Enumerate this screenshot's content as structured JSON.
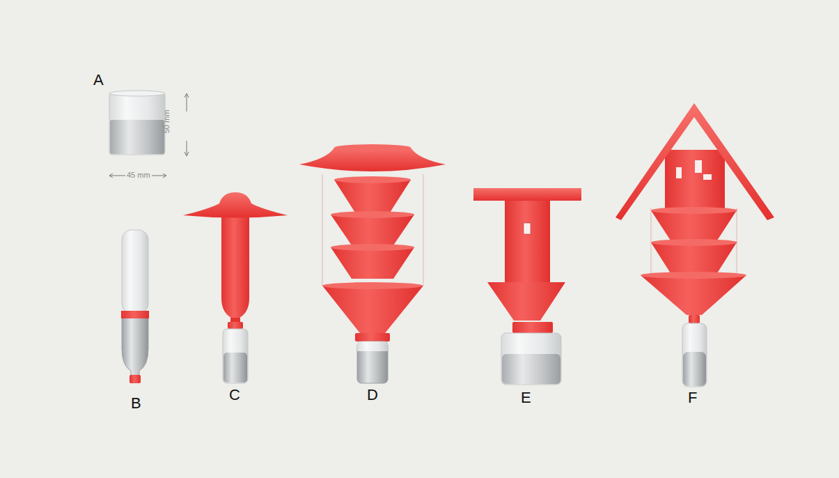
{
  "diagram": {
    "labels": [
      "A",
      "50 mm",
      "45 mm",
      "B",
      "C",
      "D",
      "E",
      "F"
    ]
  }
}
